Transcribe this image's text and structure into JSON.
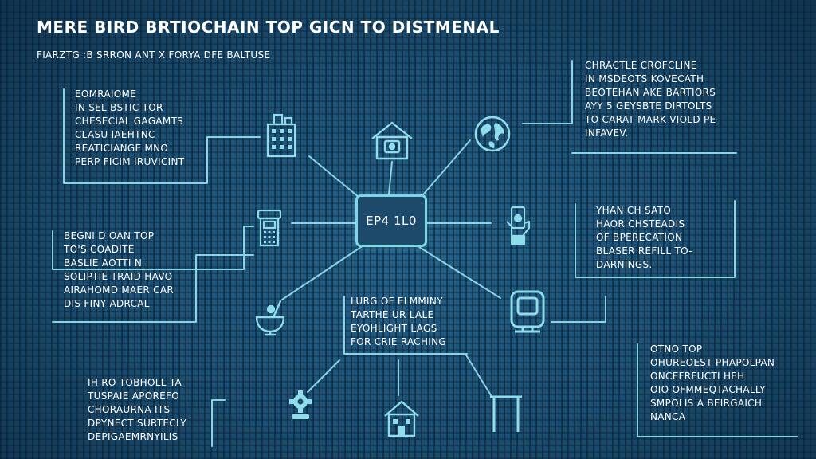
{
  "title": "MERE BIRD BRTIOCHAIN TOP GICN TO DISTMENAL",
  "subtitle": "FIARZTG :B SRRON ANT X FORYA DFE BALTUSE",
  "hub": {
    "label": "EP4 1L0"
  },
  "blocks": {
    "top_left": "EOMRAIOME\nIN SEL BSTIC TOR\nCHESECIAL GAGAMTS\nCLASU IAEHTNC\nREATICIANGE MNO\nPERP FICIM IRUVICINT",
    "mid_left": "BEGNI D OAN TOP\nTO'S COADITE\nBASLIE AOTTI N\nSOLIPTIE TRAID HAVO\nAIRAHOMD MAER CAR\nDIS FINY ADRCAL",
    "bottom_left": "IH RO TOBHOLL TA\nTUSPAIE APOREFO\nCHORAURNA ITS\nDPYNECT SURTECLY\nDEPIGAEMRNYILIS",
    "top_right": "CHRACTLE CROFCLINE\nIN MSDEOTS KOVECATH\nBEOTEHAN AKE BARTIORS\nAYY 5 GEYSBTE DIRTOLTS\nTO CARAT MARK VIOLD PE\nINFAVEV.",
    "mid_right": "YHAN CH SATO\nHAOR CHSTEADIS\nOF BPERECATION\nBLASER REFILL TO-\nDARNINGS.",
    "center_bottom": "LURG OF ELMMINY\nTARTHE UR LALE\nEYOHLIGHT LAGS\nFOR CRIE RACHING",
    "bottom_right": "OTNO TOP\nOHUREOEST PHAPOLPAN\nONCEFRFUCTI HEH\nOIO OFMMEQTACHALLY\nSMPOLIS A BEIRGAICH\nNANCA"
  },
  "icons": [
    "office-building-icon",
    "house-icon",
    "globe-icon",
    "atm-machine-icon",
    "hand-phone-icon",
    "mortar-bowl-icon",
    "kiosk-terminal-icon",
    "gear-hand-icon",
    "small-house-icon",
    "gate-frame-icon"
  ],
  "colors": {
    "line": "#8fdcea",
    "icon": "#8fdcea",
    "text": "#ffffff",
    "hub_border": "#7fd6e6"
  }
}
